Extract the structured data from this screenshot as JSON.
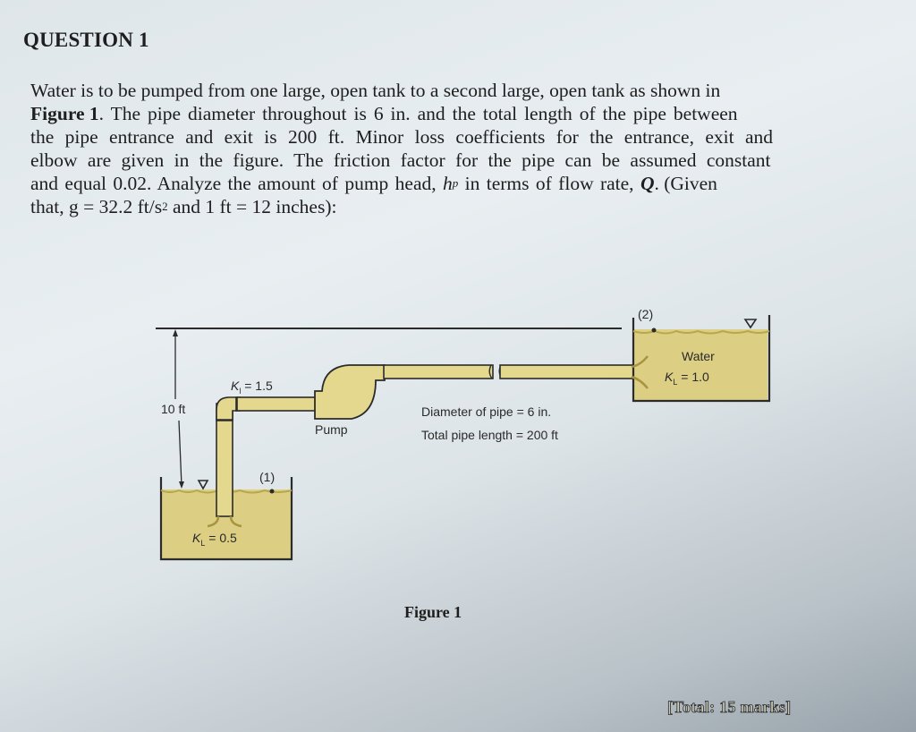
{
  "question": {
    "title": "QUESTION 1",
    "lines": [
      [
        "Water is to be pumped from one large, open tank to a second large, open tank as shown in"
      ],
      [
        "Figure 1",
        ". The pipe diameter throughout is 6 in. and the total length of the pipe between"
      ],
      [
        "the pipe entrance and exit is 200 ft. Minor loss coefficients for the entrance, exit and"
      ],
      [
        "elbow are given in the figure. The friction factor for the pipe can be assumed constant"
      ],
      [
        "and equal 0.02. Analyze the amount of pump head, ",
        "h",
        "p",
        " in terms of flow rate, ",
        "Q",
        ". (Given"
      ],
      [
        "that, g = 32.2 ft/s",
        "2",
        " and 1 ft = 12 inches):"
      ]
    ]
  },
  "figure": {
    "caption": "Figure 1",
    "labels": {
      "point_1": "(1)",
      "point_2": "(2)",
      "height": "10 ft",
      "elbow_k": "K",
      "elbow_k_sub": "l",
      "elbow_k_val": " = 1.5",
      "entrance_k": "K",
      "entrance_k_sub": "L",
      "entrance_k_val": " = 0.5",
      "exit_k": "K",
      "exit_k_sub": "L",
      "exit_k_val": " = 1.0",
      "water": "Water",
      "pump": "Pump",
      "diameter": "Diameter of pipe = 6 in.",
      "length": "Total pipe length = 200 ft"
    },
    "colors": {
      "water_fill": "#dcce82",
      "pipe_fill": "#e3d88e",
      "outline": "#2b2b2b"
    }
  },
  "footer": {
    "total_marks": "[Total: 15 marks]"
  }
}
